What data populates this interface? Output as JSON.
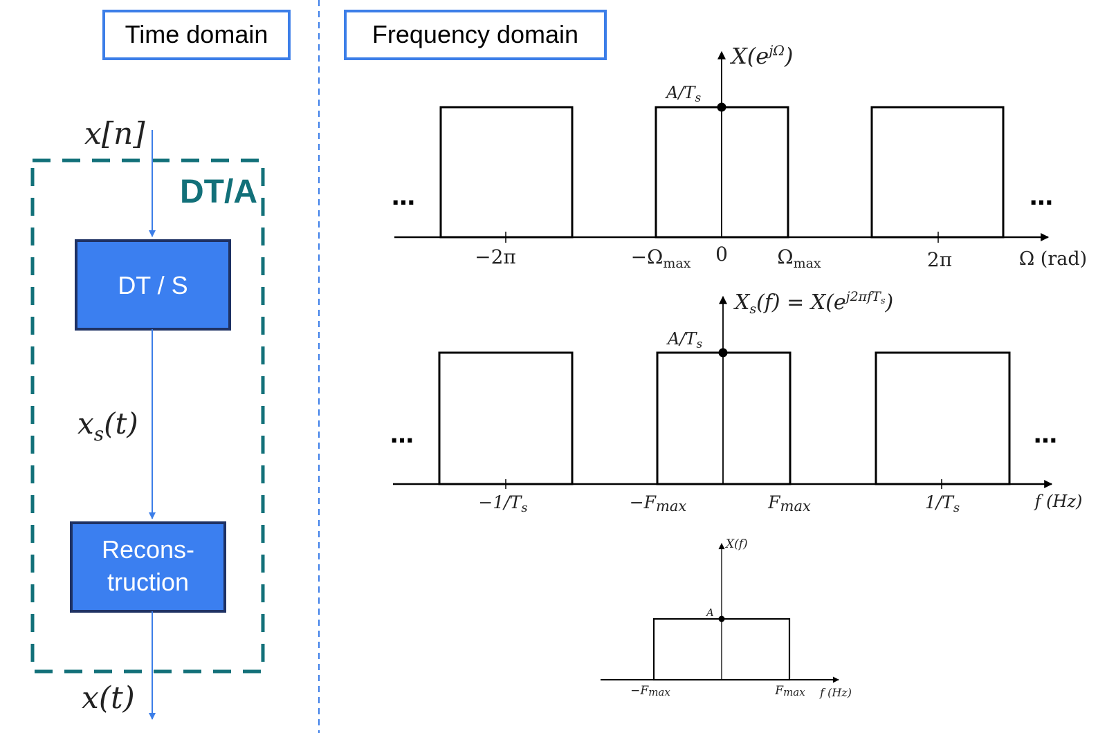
{
  "headers": {
    "time": "Time domain",
    "frequency": "Frequency domain"
  },
  "block_diagram": {
    "group_label": "DT/A",
    "input_label": "x[n]",
    "block1": "DT / S",
    "mid_signal": "x",
    "mid_signal_sub": "s",
    "mid_signal_arg": "(t)",
    "block2_line1": "Recons-",
    "block2_line2": "truction",
    "output_label": "x(t)"
  },
  "spectra": {
    "top": {
      "ylabel": "X(e",
      "ylabel_sup": "jΩ",
      "ylabel_end": ")",
      "height_label": "A/T",
      "height_label_sub": "s",
      "left_dots": "…",
      "right_dots": "…",
      "ticks": [
        {
          "id": "minus-2pi",
          "text": "−2π",
          "sub": ""
        },
        {
          "id": "minus-omega-max",
          "text": "−Ω",
          "sub": "max"
        },
        {
          "id": "zero",
          "text": "0",
          "sub": ""
        },
        {
          "id": "omega-max",
          "text": "Ω",
          "sub": "max"
        },
        {
          "id": "two-pi",
          "text": "2π",
          "sub": ""
        }
      ],
      "xlabel": "Ω (rad)"
    },
    "middle": {
      "ylabel": "X",
      "ylabel_sub": "s",
      "ylabel_mid": "(f) = X(e",
      "ylabel_sup": "j2πfT",
      "ylabel_sup_sub": "s",
      "ylabel_end": ")",
      "height_label": "A/T",
      "height_label_sub": "s",
      "left_dots": "…",
      "right_dots": "…",
      "ticks": [
        {
          "id": "minus-one-over-ts",
          "text": "−1/T",
          "sub": "s"
        },
        {
          "id": "minus-fmax",
          "text": "−F",
          "sub": "max"
        },
        {
          "id": "fmax",
          "text": "F",
          "sub": "max"
        },
        {
          "id": "one-over-ts",
          "text": "1/T",
          "sub": "s"
        }
      ],
      "xlabel": "f (Hz)"
    },
    "bottom": {
      "ylabel": "X(f)",
      "height_label": "A",
      "ticks": [
        {
          "id": "minus-fmax",
          "text": "−F",
          "sub": "max"
        },
        {
          "id": "fmax",
          "text": "F",
          "sub": "max"
        }
      ],
      "xlabel": "f (Hz)"
    }
  },
  "colors": {
    "accent_blue": "#3c7ee8",
    "block_fill": "#3b7ff0",
    "block_border": "#1f3264",
    "teal": "#127079",
    "header_border": "#3c7ee8"
  }
}
